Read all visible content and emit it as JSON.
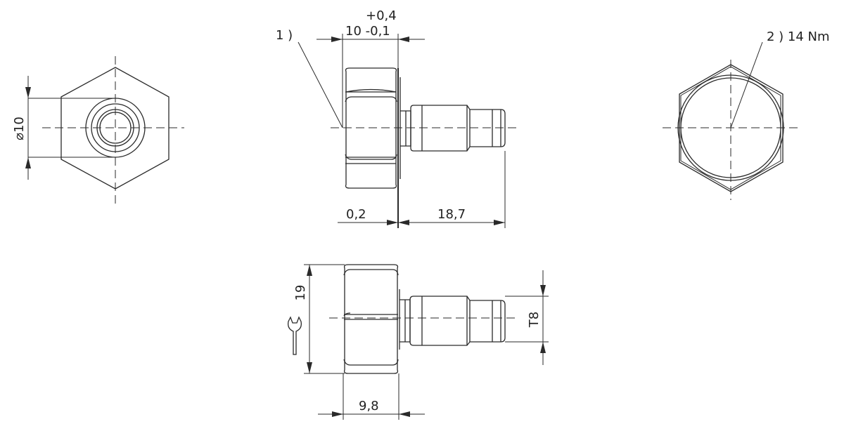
{
  "labels": {
    "note1": "1 )",
    "tol_upper": "+0,4",
    "width_nominal": "10 -0,1",
    "note2": "2 ) 14 Nm",
    "diameter": "⌀10",
    "gap": "0,2",
    "length": "18,7",
    "across_flats": "19",
    "thread": "T8",
    "head_width": "9,8"
  }
}
